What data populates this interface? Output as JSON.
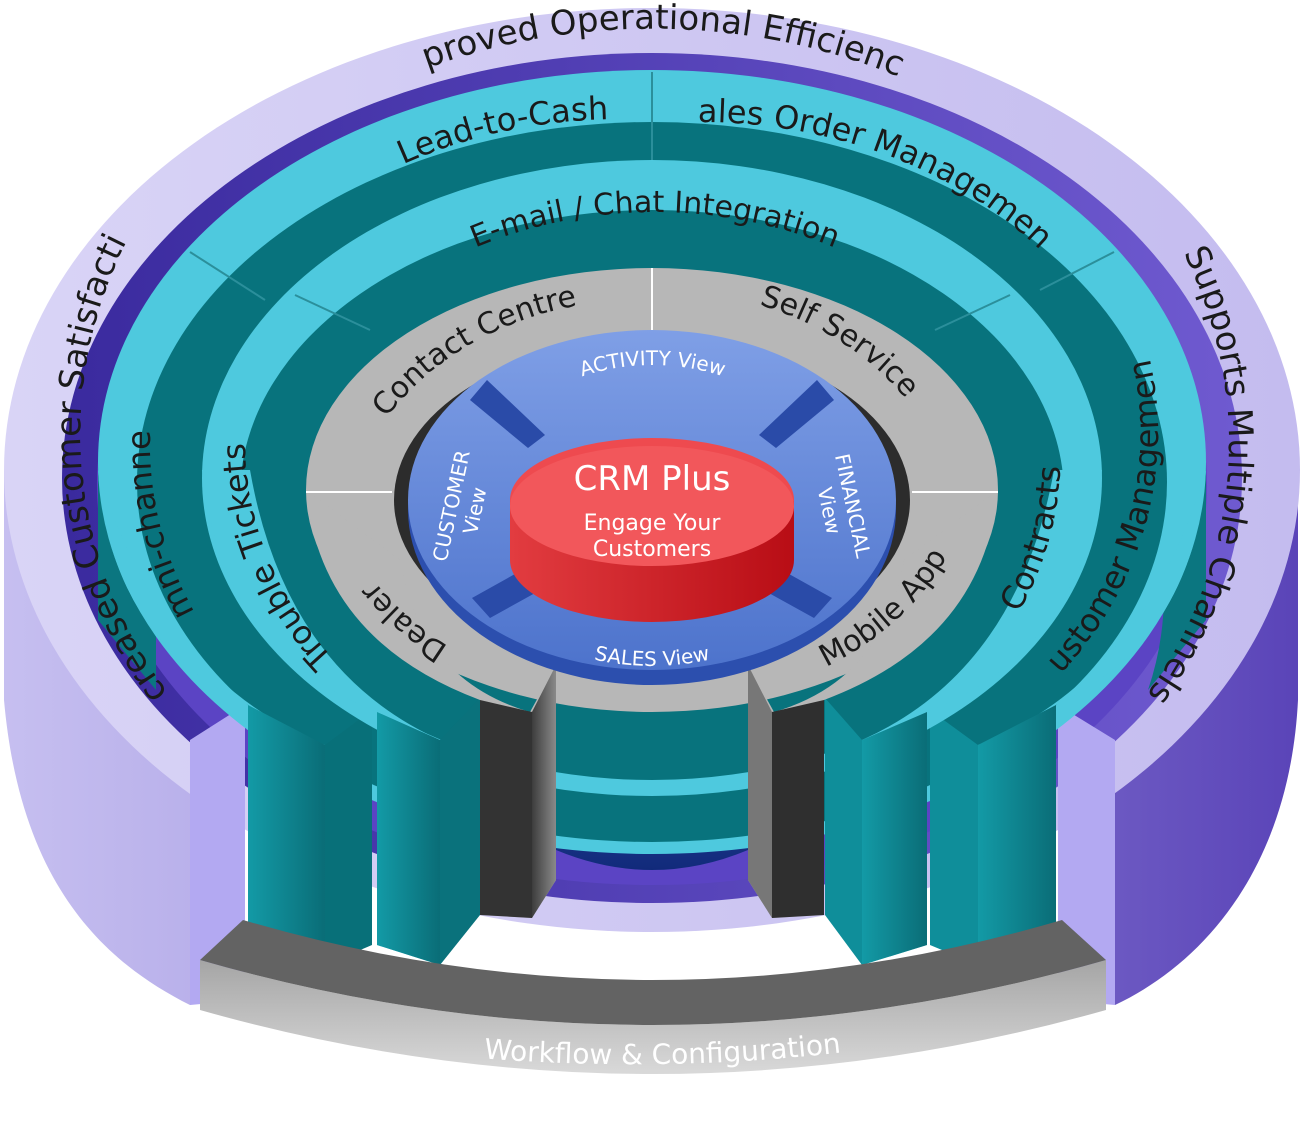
{
  "center": {
    "title": "CRM Plus",
    "subtitle_line1": "Engage Your",
    "subtitle_line2": "Customers",
    "color": "#ee4a4f"
  },
  "views": {
    "activity": "ACTIVITY View",
    "customer_line1": "CUSTOMER",
    "customer_line2": "View",
    "financial_line1": "FINANCIAL",
    "financial_line2": "View",
    "sales": "SALES View",
    "color": "#5b82d6"
  },
  "gray_ring": {
    "contact_centre": "Contact Centre",
    "self_service": "Self Service",
    "dealer": "Dealer",
    "mobile_app": "Mobile App",
    "color": "#b7b7b7"
  },
  "inner_teal_ring": {
    "email_chat": "E-mail / Chat Integration",
    "trouble_tickets": "Trouble Tickets",
    "contracts": "Contracts",
    "color": "#4ec9de"
  },
  "outer_teal_ring": {
    "lead_to_cash": "Lead-to-Cash",
    "sales_order": "Sales Order Management",
    "omni_channel": "Omni-channel",
    "customer_management": "Customer Management",
    "color": "#4ec9de"
  },
  "purple_ring": {
    "top": "Improved Operational Efficiency",
    "left": "Increased Customer Satisfaction",
    "right": "Supports Multiple Channels",
    "color": "#c9c3ef"
  },
  "base": {
    "workflow": "Workflow & Configuration",
    "color": "#8c8c8c"
  }
}
